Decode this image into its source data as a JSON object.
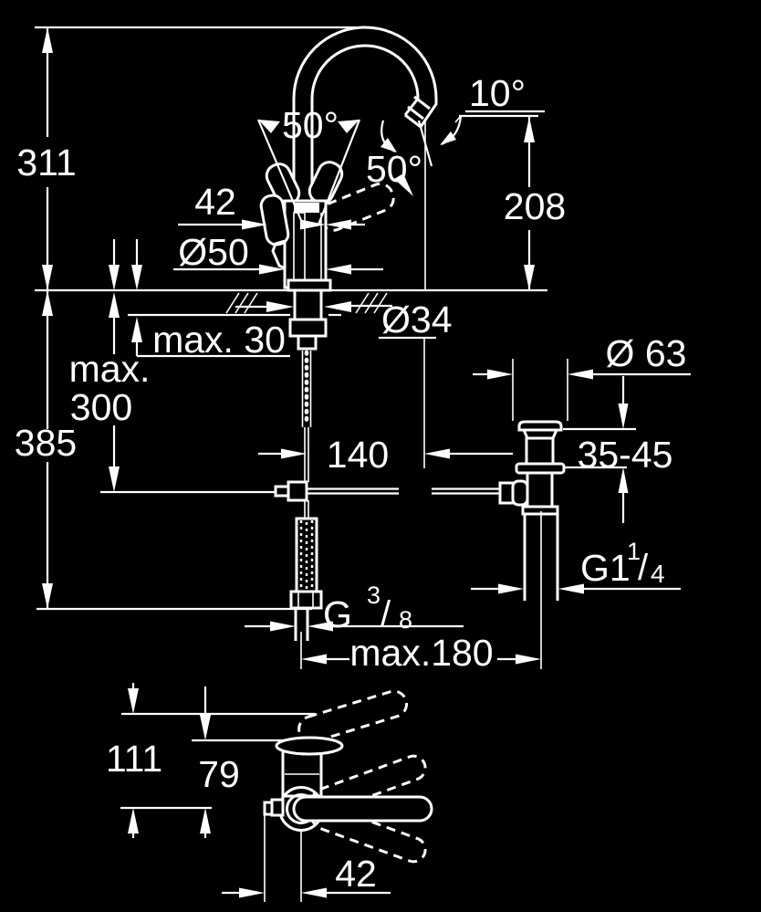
{
  "drawing": {
    "colors": {
      "background": "#000000",
      "line": "#ffffff"
    },
    "labels": {
      "height_overall": "311",
      "lever_angle": "50°",
      "spout_swivel_angle": "50°",
      "outlet_angle": "10°",
      "body_width": "42",
      "base_diameter": "Ø50",
      "spout_height": "208",
      "shank_diameter": "Ø34",
      "deck_thickness_max": "max. 30",
      "hose_reach_max_line1": "max.",
      "hose_reach_max_line2": "300",
      "supply_depth": "385",
      "waste_flange_diameter": "Ø 63",
      "spout_reach": "140",
      "basin_thickness_range": "35-45",
      "waste_thread_base": "G1",
      "waste_thread_sup": "1",
      "waste_thread_slash": "/",
      "waste_thread_sub": "4",
      "hose_thread_base": "G",
      "hose_thread_sup": "3",
      "hose_thread_slash": "/",
      "hose_thread_sub": "8",
      "rod_length_max": "max.180",
      "top_view_depth": "111",
      "top_view_body_depth": "79",
      "top_view_offset": "42"
    }
  }
}
